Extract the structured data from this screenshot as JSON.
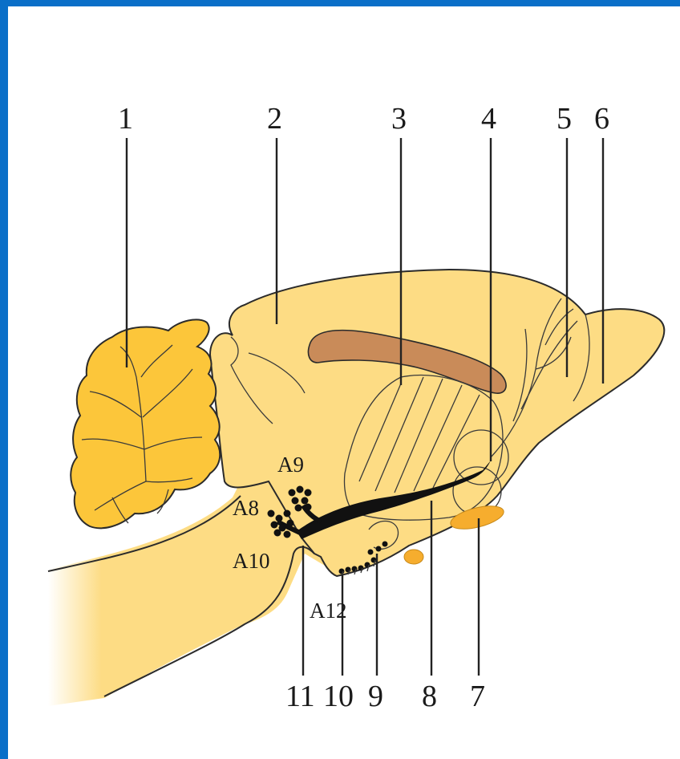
{
  "colors": {
    "border": "#0a6fc8",
    "background": "#ffffff",
    "brain": "#fddc84",
    "cerebellum": "#fcc63a",
    "corpus_callosum": "#c98b59",
    "highlight": "#f6ad2e",
    "pathway": "#111111"
  },
  "top_labels": [
    "1",
    "2",
    "3",
    "4",
    "5",
    "6"
  ],
  "bottom_labels": [
    "11",
    "10",
    "9",
    "8",
    "7"
  ],
  "cell_groups": [
    "A9",
    "A8",
    "A10",
    "A12"
  ]
}
